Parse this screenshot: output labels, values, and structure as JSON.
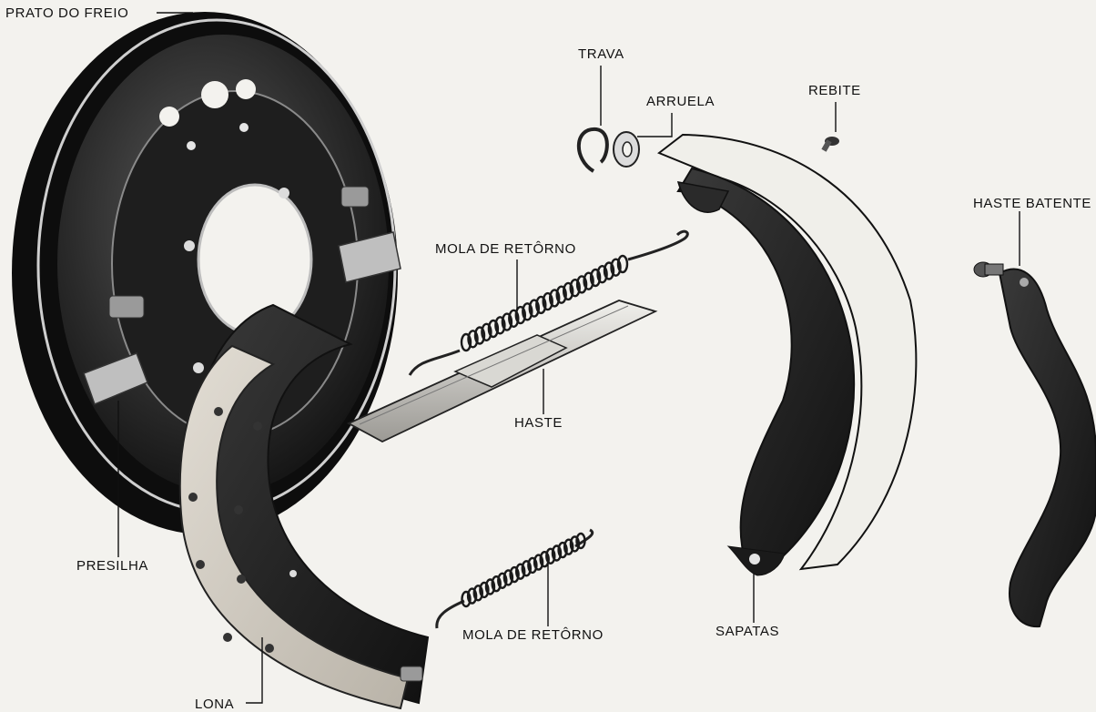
{
  "labels": {
    "prato_do_freio": "PRATO DO FREIO",
    "trava": "TRAVA",
    "arruela": "ARRUELA",
    "rebite": "REBITE",
    "haste_batente": "HASTE BATENTE",
    "mola_de_retorno_top": "MOLA DE RETÔRNO",
    "haste": "HASTE",
    "presilha": "PRESILHA",
    "mola_de_retorno_bottom": "MOLA DE RETÔRNO",
    "sapatas": "SAPATAS",
    "lona": "LONA"
  }
}
